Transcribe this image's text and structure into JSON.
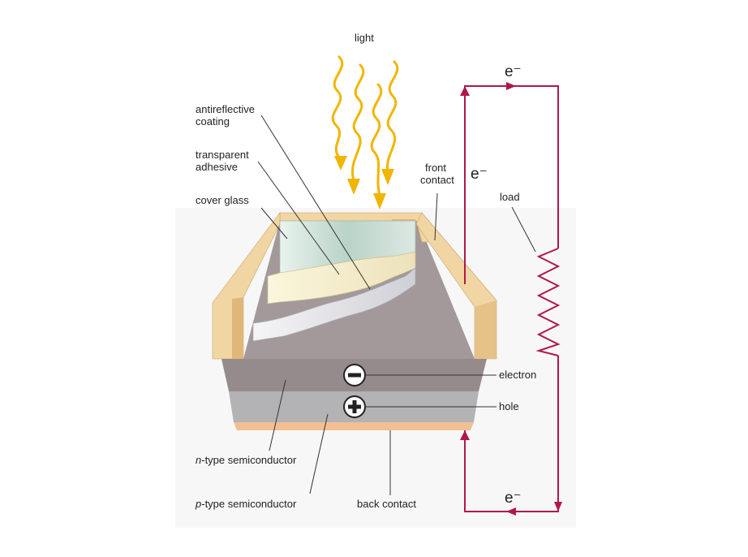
{
  "labels": {
    "light": "light",
    "antireflective_line1": "antireflective",
    "antireflective_line2": "coating",
    "transparent_line1": "transparent",
    "transparent_line2": "adhesive",
    "cover_glass": "cover glass",
    "front_contact_line1": "front",
    "front_contact_line2": "contact",
    "load": "load",
    "electron": "electron",
    "hole": "hole",
    "n_type_prefix": "n",
    "n_type_suffix": "-type semiconductor",
    "p_type_prefix": "p",
    "p_type_suffix": "-type semiconductor",
    "back_contact": "back contact",
    "e_top": "e⁻",
    "e_side": "e⁻",
    "e_bottom": "e⁻"
  },
  "colors": {
    "frame": "#f1d6a3",
    "frame_dark": "#dfb778",
    "frame_shadow": "#c9a066",
    "base": "#a3999a",
    "n_layer": "#968b8c",
    "p_layer": "#b3b2b5",
    "back_contact": "#f2bf92",
    "circuit": "#b0184a",
    "light_ray": "#f1b500",
    "line": "#333333"
  }
}
